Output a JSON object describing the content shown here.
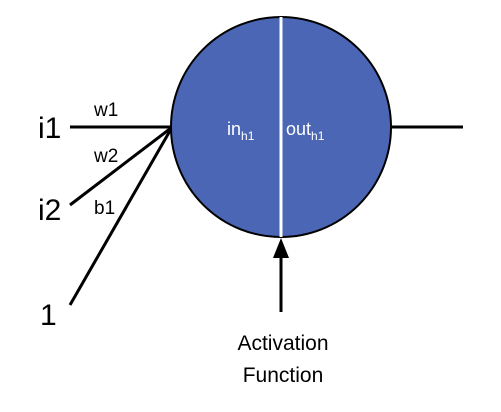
{
  "inputs": {
    "i1": "i1",
    "i2": "i2",
    "bias": "1"
  },
  "weights": {
    "w1": "w1",
    "w2": "w2",
    "b1": "b1"
  },
  "neuron": {
    "in_main": "in",
    "in_sub": "h1",
    "out_main": "out",
    "out_sub": "h1"
  },
  "activation": {
    "line1": "Activation",
    "line2": "Function"
  },
  "colors": {
    "neuron_fill": "#4a66b5",
    "stroke": "#000000",
    "divider": "#ffffff"
  }
}
